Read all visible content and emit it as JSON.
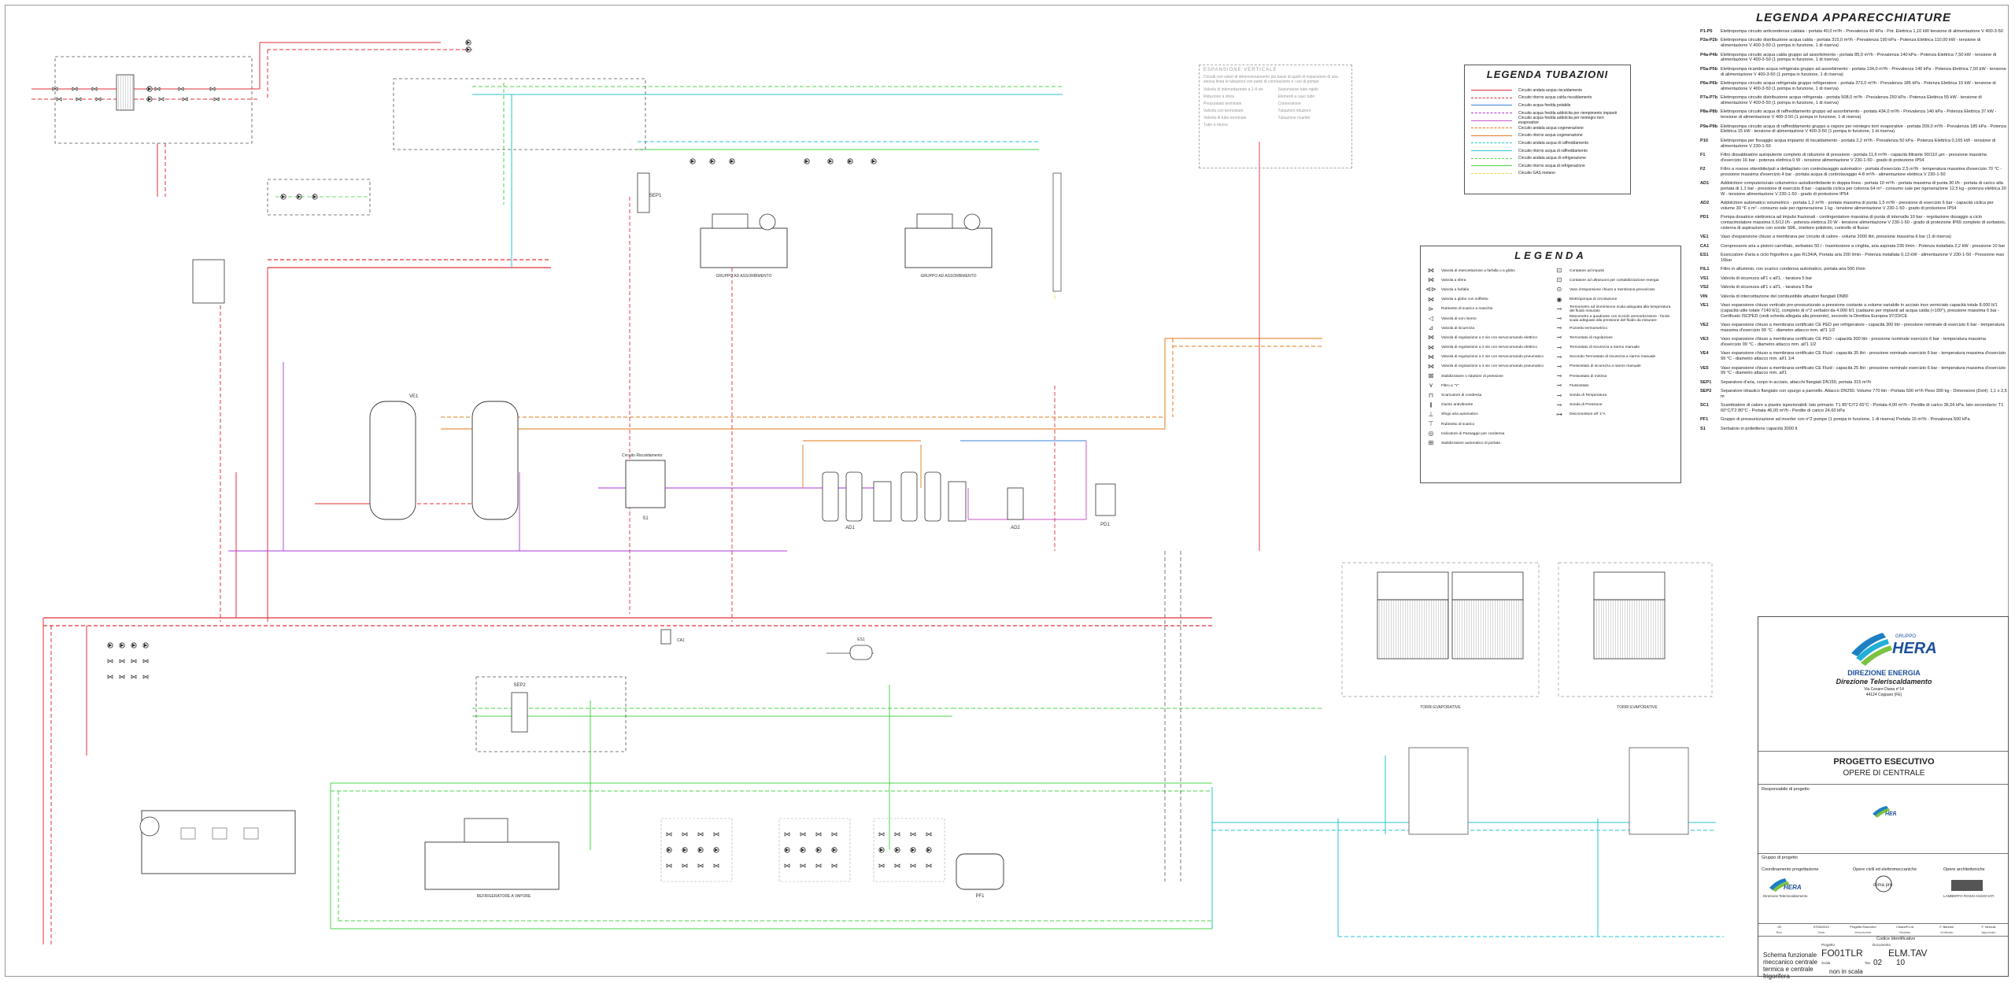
{
  "legend_equipment": {
    "title": "LEGENDA APPARECCHIATURE",
    "items": [
      {
        "code": "P1-P5",
        "desc": "Elettropompa circuito anticondensa caldaia - portata 40,0 m³/h - Prevalenza 40 kPa - Pot. Elettrica 1,10 kW tensione di alimentazione V 400-3-50"
      },
      {
        "code": "P2a-P2b",
        "desc": "Elettropompa circuito distribuzione acqua calda - portata 315,0 m³/h - Prevalenza 190 kPa - Potenza Elettrica 110,00 kW - tensione di alimentazione V 400-3-50 (1 pompa in funzione, 1 di riserva)"
      },
      {
        "code": "P4a-P4b",
        "desc": "Elettropompa circuito acqua calda gruppo ad assorbimento - portata 85,0 m³/h - Prevalenza 140 kPa - Potenza Elettrica 7,50 kW - tensione di alimentazione V 400-3-50 (1 pompa in funzione, 1 di riserva)"
      },
      {
        "code": "P5a-P5b",
        "desc": "Elettropompa ricambio acqua refrigerata gruppo ad assorbimento - portata 134,0 m³/h - Prevalenza 140 kPa - Potenza Elettrica 7,50 kW - tensione di alimentazione V 400-3-50 (1 pompa in funzione, 1 di riserva)"
      },
      {
        "code": "P6a-P6b",
        "desc": "Elettropompa circuito acqua refrigerata gruppo refrigeratore - portata 373,0 m³/h - Prevalenza 185 kPa - Potenza Elettrica 15 kW - tensione di alimentazione V 400-3-50 (1 pompa in funzione, 1 di riserva)"
      },
      {
        "code": "P7a-P7b",
        "desc": "Elettropompa circuito distribuzione acqua refrigerata - portata 508,0 m³/h - Prevalenza 250 kPa - Potenza Elettrica 55 kW - tensione di alimentazione V 400-3-50 (1 pompa in funzione, 1 di riserva)"
      },
      {
        "code": "P8a-P8b",
        "desc": "Elettropompa circuito acqua di raffreddamento gruppo ad assorbimento - portata 434,0 m³/h - Prevalenza 140 kPa - Potenza Elettrica 37 kW - tensione di alimentazione V 400-3-50 (1 pompa in funzione, 1 di riserva)"
      },
      {
        "code": "P9a-P9b",
        "desc": "Elettropompa circuito acqua di raffreddamento gruppo a vapore per reintegro torri evaporative - portata 209,0 m³/h - Prevalenza 185 kPa - Potenza Elettrica 15 kW - tensione di alimentazione V 400-3-50 (1 pompa in funzione, 1 di riserva)"
      },
      {
        "code": "P10",
        "desc": "Elettropompa per fissaggio acqua impianto di riscaldamento - portata 2,2 m³/h - Prevalenza 50 kPa - Potenza Elettrica 0,165 kW - tensione di alimentazione V 230-1-50"
      },
      {
        "code": "F1",
        "desc": "Filtro dissabbiatore autopulente completo di riduzione di pressione - portata 11,6 m³/h - capacità filtrante 90/110 µm - pressione massima d'esercizio 16 bar - potenza elettrica 0 W - tensione alimentazione V 230-1-50 - grado di protezione IP54"
      },
      {
        "code": "F2",
        "desc": "Filtro a rosose ottenibile/puli a dettagliato con controlavaggio automatico - portata d'esercizio 2,5 m³/h - temperatura massima d'esercizio 70 °C - pressione massima d'esercizio 4 bar - portata acqua di controlavaggio 4-8 m³/h - alimentazione elettrica V 230-1-50"
      },
      {
        "code": "AD1",
        "desc": "Addolcitore computerizzato volumetrico autodisinfettante in doppia linea - portata 10 m³/h - portata massima di punta 30 l/h - portata di carico alla portata di 1,1 bar - pressione di esercizio 8 bar - capacità ciclica per colonna 64 m³ - consumo sale per rigenerazione 12,5 kg - potenza elettrica 20 W - tensione alimentazione V 230-1-50 - grado di protezione IP54"
      },
      {
        "code": "AD2",
        "desc": "Addolcitore automatico volumetrico - portata 1,2 m³/h - portata massima di punta 1,5 m³/h - pressione di esercizio 6 bar - capacità ciclica per volume 30 °F x m³ - consumo sale per rigenerazione 1 kg - tensione alimentazione V 230-1-50 - grado di protezione IP54"
      },
      {
        "code": "PD1",
        "desc": "Pompa dosatrice elettronica ad impulsi frazionati - contingentatore massima di punta di intervallo 10 bar - regolazione dosaggio a ciclo contacimolatore massima 0,5/12 l/h - potenza elettrica 20 W - tensione alimentazione V 230-1-50 - grado di protezione IP65 completo di serbatoio, cisterna di aspirazione con sonde SML, iniettore polidrolo, controllo di flusso"
      },
      {
        "code": "VE1",
        "desc": "Vaso d'espansione chiuso a membrana per circuito di calore - volume 2000 litri, pressione massima 6 bar (1 di riserva)"
      },
      {
        "code": "CA1",
        "desc": "Compressore aria a pistoni carrellato, serbatoio 50 l - trasmissione a cinghia, aria aspirata 235 l/min - Potenza installata 2,2 kW - pressione 10 bar"
      },
      {
        "code": "ES1",
        "desc": "Essiccatore d'aria a ciclo frigorifero a gas R134/A, Portata aria 200 l/min - Potenza installata 0,13 kW - alimentazione V 230-1-50 - Pressione max 16bar"
      },
      {
        "code": "FIL1",
        "desc": "Filtro in alluminio, con scarico condensa automatico, portata aria 500 l/min"
      },
      {
        "code": "VS1",
        "desc": "Valvola di sicurezza all'1 x all'1, - taratura 5 bar"
      },
      {
        "code": "VS2",
        "desc": "Valvola di sicurezza all'1 x all'1, - taratura 5 Bar"
      },
      {
        "code": "VIN",
        "desc": "Valvola di intercettazione del combustibile attuatori flangiati DN80"
      },
      {
        "code": "VE1",
        "desc": "Vaso espansione chiuso verticale pre-pressurizzato a pressione costante a volume variabile in acciaio inox verniciato capacità totale 8.000 lt/1 (capacità utile totale 7140 lt/1), completo di n°2 serbatoi da 4.000 lt/1 (cadauno per impianti ad acqua calda (<100°), pressione massima 6 bar - Certificato ISCPED (vedi scheda allegata alla presente), secondo la Direttiva Europea 97/23/CE"
      },
      {
        "code": "VE2",
        "desc": "Vaso espansione chiuso a membrana certificato CE PED per refrigeratore - capacità 300 litri - pressione nominale di esercizio 6 bar - temperatura massima d'esercizio 99 °C - diametro attacco mm. all'1 1/2"
      },
      {
        "code": "VE3",
        "desc": "Vaso espansione chiuso a membrana certificato CE PED - capacità 300 litri - pressione nominale esercizio 6 bar - temperatura massima d'esercizio 99 °C - diametro attacco mm. all'1 1/2"
      },
      {
        "code": "VE4",
        "desc": "Vaso espansione chiuso a membrana certificato CE Fluid - capacità 35 litri - pressione nominale esercizio 6 bar - temperatura massima d'esercizio 99 °C - diametro attacco mm. all'1 1/4"
      },
      {
        "code": "VE5",
        "desc": "Vaso espansione chiuso a membrana certificato CE Fluid - capacità 25 litri - pressione nominale esercizio 6 bar - temperatura massima d'esercizio 99 °C - diametro attacco mm. all'1"
      },
      {
        "code": "SEP1",
        "desc": "Separatore d'aria, corpo in acciaio, attacchi flangiati DN150, portata 315 m³/h"
      },
      {
        "code": "SEP2",
        "desc": "Separatore idraulico flangiato con spurgo a pannello. Attacco DN250. Volume 770 litri - Portata 500 m³/h Peso 300 kg - Dimensioni (DxH): 1,1 x 2,5 m"
      },
      {
        "code": "SC1",
        "desc": "Scambiatore di calore a piastre ispezionabili: lato primario: T1 85°C/T2 65°C - Portata 4,00 m³/h - Perdite di carico 36,56 kPa. lato secondario: T1 60°C/T2 80°C - Portata 46,00 m³/h - Perdite di carico 24,60 kPa"
      },
      {
        "code": "PF1",
        "desc": "Gruppo di pressurizzazione ad inverter con n°2 pompe (1 pompa in funzione, 1 di riserva) Portata 15 m³/h - Prevalenza 500 kPa"
      },
      {
        "code": "S1",
        "desc": "Serbatoio in polietilene capacità 3000 lt"
      }
    ]
  },
  "legend_pipes": {
    "title": "LEGENDA TUBAZIONI",
    "items": [
      {
        "label": "Circuito andata acqua riscaldamento",
        "color": "#e0313a"
      },
      {
        "label": "Circuito ritorno acqua calda riscaldamento",
        "color": "#e0313a"
      },
      {
        "label": "Circuito acqua fredda potabile",
        "color": "#3f7fd8"
      },
      {
        "label": "Circuito acqua fredda addolcita per riempimento impianti",
        "color": "#a83ad8"
      },
      {
        "label": "Circuito acqua fredda addolcita per reintegro torri evaporative",
        "color": "#c857c8"
      },
      {
        "label": "Circuito andata acqua cogenerazione",
        "color": "#e07a1a"
      },
      {
        "label": "Circuito ritorno acqua cogenerazione",
        "color": "#e07a1a"
      },
      {
        "label": "Circuito andata acqua di raffreddamento",
        "color": "#25c6d4"
      },
      {
        "label": "Circuito ritorno acqua di raffreddamento",
        "color": "#25c6d4"
      },
      {
        "label": "Circuito andata acqua di refrigerazione",
        "color": "#4bd44b"
      },
      {
        "label": "Circuito ritorno acqua di refrigerazione",
        "color": "#4bd44b"
      },
      {
        "label": "Circuito GAS metano",
        "color": "#f2d43a"
      }
    ]
  },
  "legend_symbols": {
    "title": "LEGENDA",
    "left": [
      {
        "icon": "gate-valve-icon",
        "glyph": "⋈",
        "label": "Valvola di intercettazione a farfalla o a globo"
      },
      {
        "icon": "ball-valve-icon",
        "glyph": "⋈",
        "label": "Valvola a sfera"
      },
      {
        "icon": "butterfly-valve-icon",
        "glyph": "⊲⊳",
        "label": "Valvola a farfalla"
      },
      {
        "icon": "globe-valve-icon",
        "glyph": "⋈",
        "label": "Valvola a globo con soffietto"
      },
      {
        "icon": "drain-valve-icon",
        "glyph": "⊳",
        "label": "Rubinetto di scarico a maschio"
      },
      {
        "icon": "check-valve-icon",
        "glyph": "◁",
        "label": "Valvola di non ritorno"
      },
      {
        "icon": "safety-valve-icon",
        "glyph": "⊿",
        "label": "Valvola di sicurezza"
      },
      {
        "icon": "two-way-valve-icon",
        "glyph": "⋈",
        "label": "Valvola di regolazione a 2 vie con servocomando elettrico"
      },
      {
        "icon": "three-way-valve-icon",
        "glyph": "⋈",
        "label": "Valvola di regolazione a 3 vie con servocomando elettrico"
      },
      {
        "icon": "pneumatic-two-way-icon",
        "glyph": "⋈",
        "label": "Valvola di regolazione a 2 vie con servocomando pneumatico"
      },
      {
        "icon": "pneumatic-three-way-icon",
        "glyph": "⋈",
        "label": "Valvola di regolazione a 3 vie con servocomando pneumatico"
      },
      {
        "icon": "pressure-stabilizer-icon",
        "glyph": "⊠",
        "label": "Stabilizzatore o riduttore di pressione"
      },
      {
        "icon": "y-filter-icon",
        "glyph": "⋎",
        "label": "Filtro a \"Y\""
      },
      {
        "icon": "condensate-drain-icon",
        "glyph": "⊓",
        "label": "Scaricatore di condensa"
      },
      {
        "icon": "anti-vibration-joint-icon",
        "glyph": "≬",
        "label": "Giunto antivibrante"
      },
      {
        "icon": "auto-vent-icon",
        "glyph": "⊥",
        "label": "Sfogo aria automatico"
      },
      {
        "icon": "discharge-tap-icon",
        "glyph": "⊤",
        "label": "Rubinetto di scarico"
      },
      {
        "icon": "flow-indicator-icon",
        "glyph": "◎",
        "label": "Indicatore di Passaggio per condensa"
      },
      {
        "icon": "flow-stabilizer-icon",
        "glyph": "⊞",
        "label": "Stabilizzatore automatico di portata"
      }
    ],
    "right": [
      {
        "icon": "pulse-counter-icon",
        "glyph": "⊡",
        "label": "Contatore ad impulsi"
      },
      {
        "icon": "ultrasonic-counter-icon",
        "glyph": "⊡",
        "label": "Contatore ad ultrasuoni per contabilizzazione energia"
      },
      {
        "icon": "expansion-vessel-icon",
        "glyph": "⊙",
        "label": "Vaso d'espansione chiuso a membrana precaricato"
      },
      {
        "icon": "circulator-pump-icon",
        "glyph": "◉",
        "label": "Elettropompa di circolazione"
      },
      {
        "icon": "thermometer-icon",
        "glyph": "⊸",
        "label": "Termometro ad immersione scala adeguata alla temperatura del fluido misurato"
      },
      {
        "icon": "pressure-gauge-icon",
        "glyph": "⊸",
        "label": "Manometro a quadrante con ricciolo ammortizzatore - fondo scala adeguato alla pressione del fluido da misurare"
      },
      {
        "icon": "thermostat-icon",
        "glyph": "⊸",
        "label": "Pozzetto termometrico"
      },
      {
        "icon": "regulation-thermostat-icon",
        "glyph": "⊸",
        "label": "Termostato di regolazione"
      },
      {
        "icon": "safety-thermostat-icon",
        "glyph": "⊸",
        "label": "Termostato di sicurezza a riarmo manuale"
      },
      {
        "icon": "safety-thermometer-icon",
        "glyph": "⊸",
        "label": "Secondo Termostato di sicurezza a riarmo manuale"
      },
      {
        "icon": "safety-pressostat-icon",
        "glyph": "⊸",
        "label": "Pressostato di sicurezza a riarmo manuale"
      },
      {
        "icon": "minimum-pressostat-icon",
        "glyph": "⊸",
        "label": "Pressostato di minima"
      },
      {
        "icon": "flow-switch-icon",
        "glyph": "⊸",
        "label": "Flussostato"
      },
      {
        "icon": "temperature-probe-icon",
        "glyph": "⊸",
        "label": "Sonda di Temperatura"
      },
      {
        "icon": "pressure-probe-icon",
        "glyph": "⊸",
        "label": "Sonda di Pressione"
      },
      {
        "icon": "disconnector-icon",
        "glyph": "⊶",
        "label": "Disconnettore all' 1\"A"
      }
    ]
  },
  "expansion_box": {
    "title": "ESPANSIONE VERTICALE",
    "note": "Circuiti con valori di dimensionamento più bassi di quelli di espansione di una stessa linea le tubazioni con parte di connessione e i set di pompe",
    "items": [
      "Valvola di intercettazione a 1-4 vie",
      "Sezionatore tubo rigido",
      "Riduzione a sfera",
      "Elementi a cavo tubo",
      "Pressostato terminale",
      "Connessione",
      "Valvola con termostato",
      "Tubazioni riduzioni",
      "Valvola di tubo terminale",
      "Tubazione ricambi",
      "Tubo e ritorno"
    ]
  },
  "plant_labels": {
    "chiller_note_1": "REFRIGERATORE A VAPORE",
    "chiller_note_2": "GRUPPO AD ASSORBIMENTO",
    "sep1": "SEP1",
    "sep2": "SEP2",
    "ve1": "VE1",
    "s1": "S1",
    "ad1": "AD1",
    "ad2": "AD2",
    "pd1": "PD1",
    "pf1": "PF1",
    "ca1": "CA1",
    "es1": "ES1",
    "tower_note": "TORRI EVAPORATIVE",
    "circuit_heating": "Circuito Riscaldamento"
  },
  "title_block": {
    "company_group": "GRUPPO",
    "company": "HERA",
    "department": "DIREZIONE ENERGIA",
    "division": "Direzione Teleriscaldamento",
    "address_1": "Via Cesare Diana n°14",
    "address_2": "44124 Copparo (FE)",
    "project_title": "PROGETTO ESECUTIVO",
    "project_subtitle": "OPERE DI CENTRALE",
    "responsible_label": "Responsabile di progetto",
    "group_label": "Gruppo di progetto",
    "coord_label": "Coordinamento progettazione",
    "civil_label": "Opere civili ed elettromeccaniche",
    "arch_label": "Opere architettoniche",
    "firm_1": "Direzione Teleriscaldamento",
    "firm_2": "clima pro",
    "firm_3": "LAMBERTO ROSSI ASSOCIATI",
    "doc_code_label": "Codice Identificativo",
    "progetto_label": "Progetto",
    "documento_label": "Documento",
    "progetto_code": "FO01TLR",
    "documento_code": "ELM.TAV",
    "tav_label": "Tav.",
    "tav_number": "02",
    "of_number": "10",
    "scala_label": "Scala",
    "scala_value": "non in scala",
    "drawing_title": "Schema funzionale meccanico centrale termica e centrale frigorifera",
    "rev_row": [
      "00",
      "07/06/2013",
      "Progetto Esecutivo",
      "Chiara/Fo.rd",
      "F. Barzoni",
      "F. Vezzosi"
    ],
    "rev_headers": [
      "Rev.",
      "Data",
      "Descrizione",
      "Redatto",
      "Verificato",
      "Approvato"
    ]
  }
}
